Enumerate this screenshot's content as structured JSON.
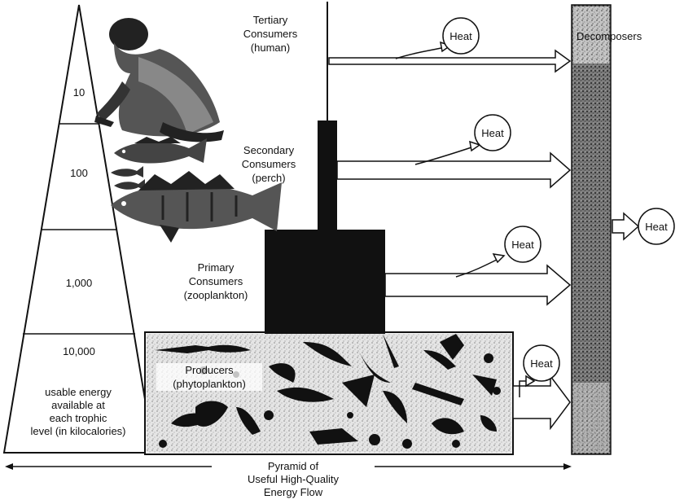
{
  "pyramid": {
    "levels": [
      "10",
      "100",
      "1,000",
      "10,000"
    ],
    "caption_lines": [
      "usable energy",
      "available at",
      "each trophic",
      "level (in kilocalories)"
    ]
  },
  "tiers": {
    "tertiary": [
      "Tertiary",
      "Consumers",
      "(human)"
    ],
    "secondary": [
      "Secondary",
      "Consumers",
      "(perch)"
    ],
    "primary": [
      "Primary",
      "Consumers",
      "(zooplankton)"
    ],
    "producers": [
      "Producers",
      "(phytoplankton)"
    ]
  },
  "decomposers_label": "Decomposers",
  "heat_label": "Heat",
  "bottom_caption": [
    "Pyramid of",
    "Useful High-Quality",
    "Energy Flow"
  ]
}
